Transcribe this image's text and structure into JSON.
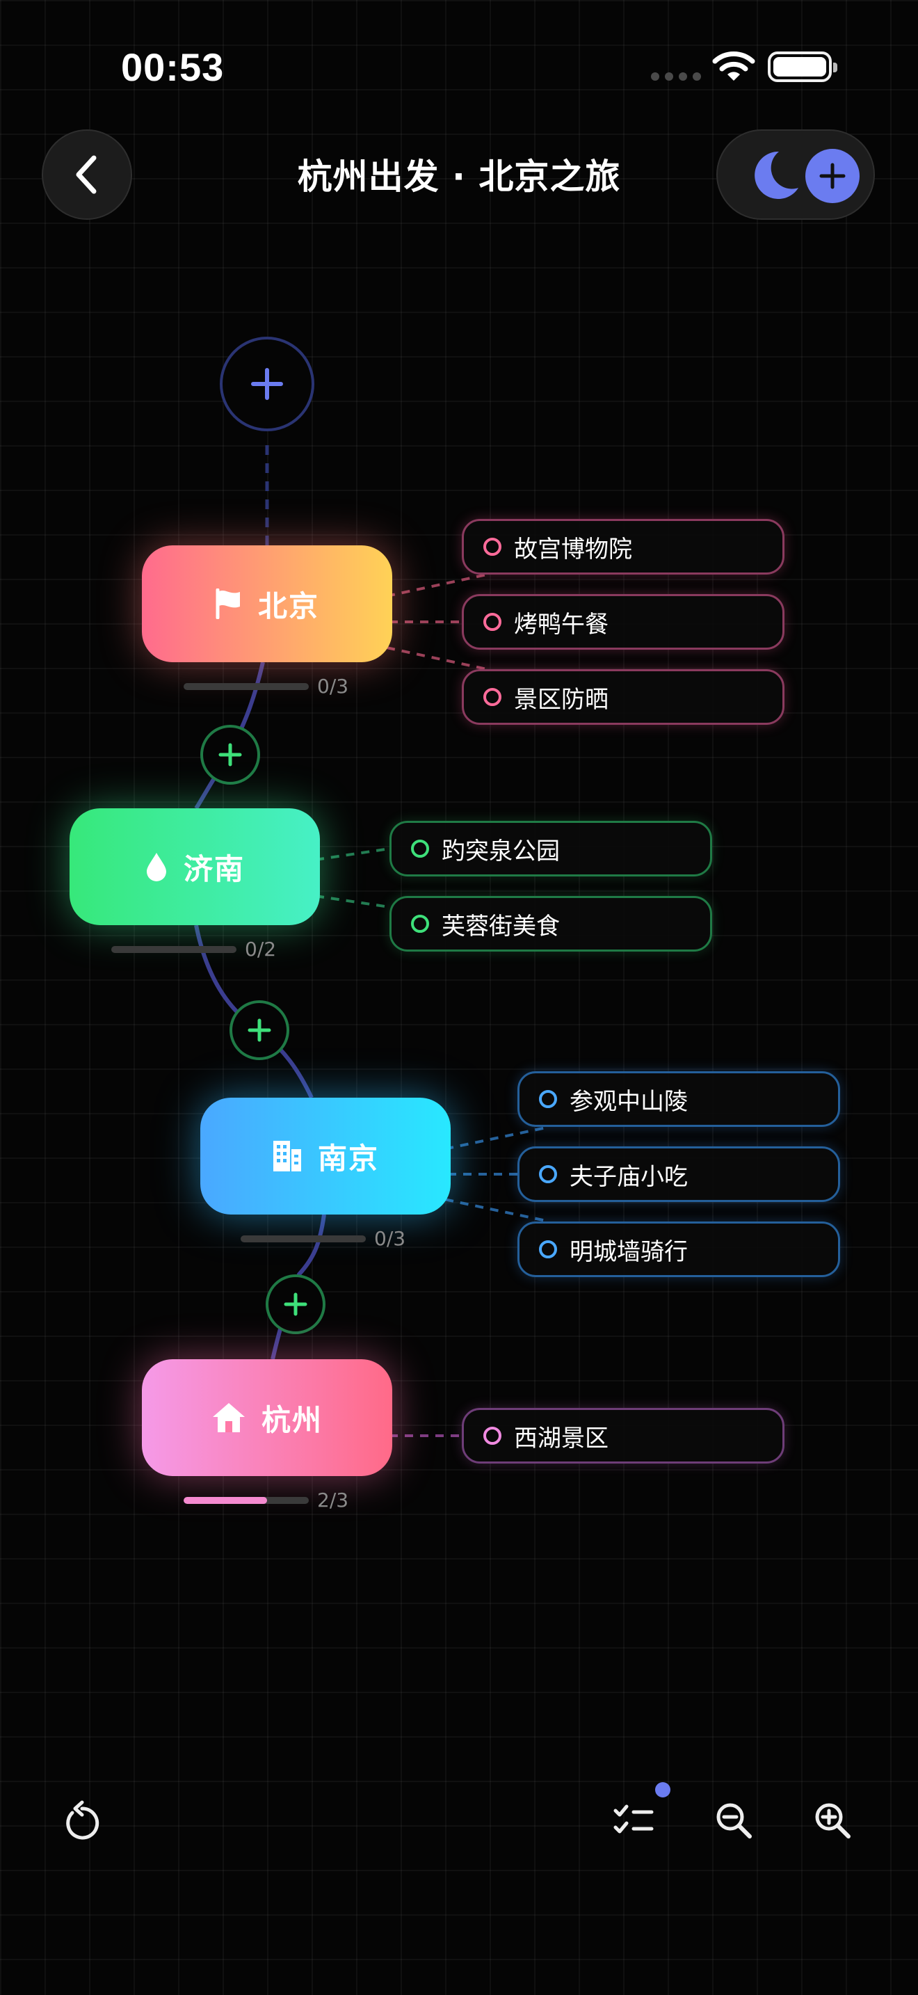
{
  "status": {
    "time": "00:53"
  },
  "header": {
    "title": "杭州出发 · 北京之旅"
  },
  "colors": {
    "accent": "#6b7cf0",
    "beijing": "#ff8a78",
    "jinan": "#3ee07a",
    "nanjing": "#3cc6ff",
    "hangzhou": "#f58ad0"
  },
  "stops": [
    {
      "name": "北京",
      "icon": "flag-icon",
      "progress": "0/3",
      "done": 0,
      "total": 3,
      "items": [
        "故宫博物院",
        "烤鸭午餐",
        "景区防晒"
      ]
    },
    {
      "name": "济南",
      "icon": "water-drop-icon",
      "progress": "0/2",
      "done": 0,
      "total": 2,
      "items": [
        "趵突泉公园",
        "芙蓉街美食"
      ]
    },
    {
      "name": "南京",
      "icon": "building-icon",
      "progress": "0/3",
      "done": 0,
      "total": 3,
      "items": [
        "参观中山陵",
        "夫子庙小吃",
        "明城墙骑行"
      ]
    },
    {
      "name": "杭州",
      "icon": "home-icon",
      "progress": "2/3",
      "done": 2,
      "total": 3,
      "items": [
        "西湖景区"
      ]
    }
  ]
}
